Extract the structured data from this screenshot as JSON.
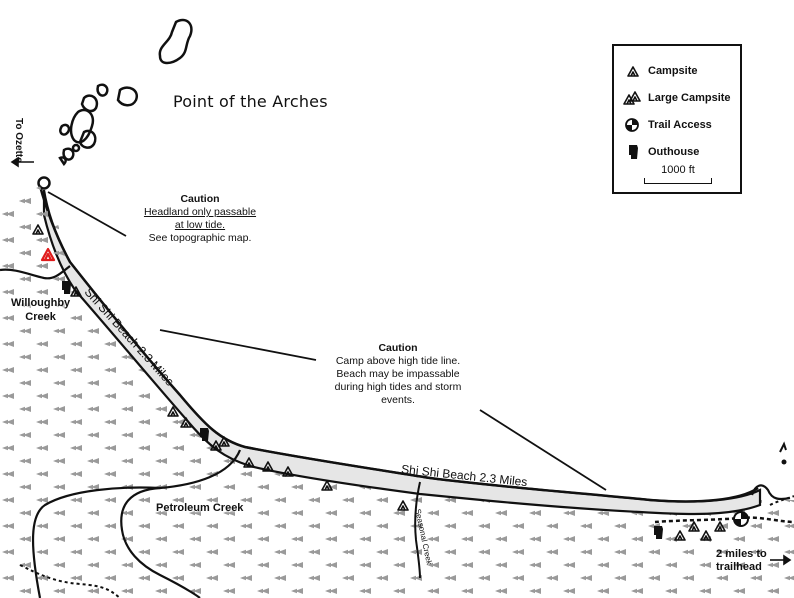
{
  "map": {
    "title": "Point of the Arches",
    "direction_label": "To Ozette",
    "caution_headland": {
      "heading": "Caution",
      "underlined": [
        "Headland only passable",
        "at low tide."
      ],
      "plain": "See topographic map."
    },
    "caution_beach": {
      "heading": "Caution",
      "lines": [
        "Camp above high tide line.",
        "Beach may be impassable",
        "during high tides and storm",
        "events."
      ]
    },
    "beach_label_1": "Shi Shi Beach  2.3 Miles",
    "beach_label_2": "Shi Shi Beach  2.3 Miles",
    "creeks": {
      "willoughby_line1": "Willoughby",
      "willoughby_line2": "Creek",
      "petroleum": "Petroleum Creek",
      "seasonal": "Seasonal Creek"
    },
    "trailhead_line1": "2 miles to",
    "trailhead_line2": "trailhead",
    "colors": {
      "special_campsite": "#e01b1b",
      "ink": "#111111",
      "beach_fill": "#e8e8e8",
      "tree": "#9a9a9a"
    }
  },
  "legend": {
    "campsite": "Campsite",
    "large_campsite": "Large Campsite",
    "trail_access": "Trail Access",
    "outhouse": "Outhouse",
    "scale": "1000 ft",
    "icons": [
      "campsite-icon",
      "large-campsite-icon",
      "trail-access-icon",
      "outhouse-icon"
    ]
  }
}
